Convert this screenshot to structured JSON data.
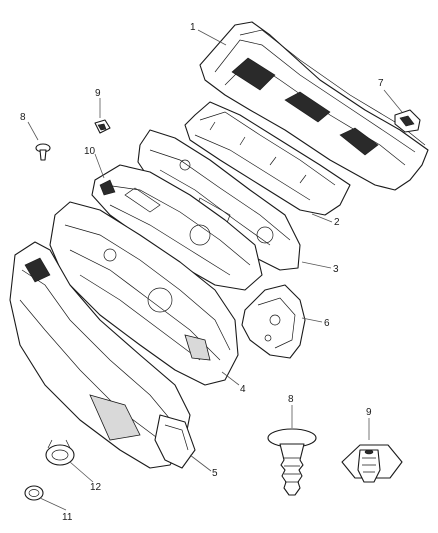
{
  "callouts": {
    "c1": "1",
    "c2": "2",
    "c3": "3",
    "c4": "4",
    "c5": "5",
    "c6": "6",
    "c7": "7",
    "c8": "8",
    "c9": "9",
    "c10": "10",
    "c11": "11",
    "c12": "12",
    "c8b": "8",
    "c9b": "9"
  }
}
